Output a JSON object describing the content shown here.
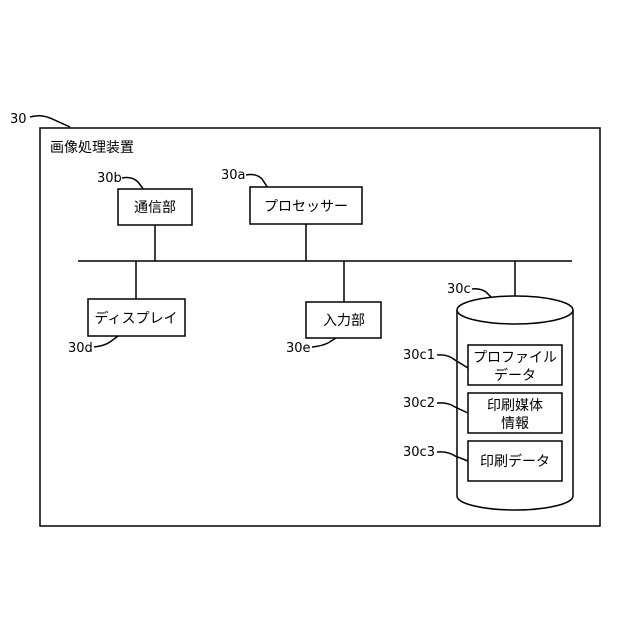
{
  "device": {
    "ref": "30",
    "title": "画像処理装置"
  },
  "components": {
    "communication": {
      "ref": "30b",
      "label": "通信部"
    },
    "processor": {
      "ref": "30a",
      "label": "プロセッサー"
    },
    "display": {
      "ref": "30d",
      "label": "ディスプレイ"
    },
    "input": {
      "ref": "30e",
      "label": "入力部"
    },
    "storage": {
      "ref": "30c",
      "items": [
        {
          "ref": "30c1",
          "lines": [
            "プロファイル",
            "データ"
          ]
        },
        {
          "ref": "30c2",
          "lines": [
            "印刷媒体",
            "情報"
          ]
        },
        {
          "ref": "30c3",
          "lines": [
            "印刷データ"
          ]
        }
      ]
    }
  }
}
